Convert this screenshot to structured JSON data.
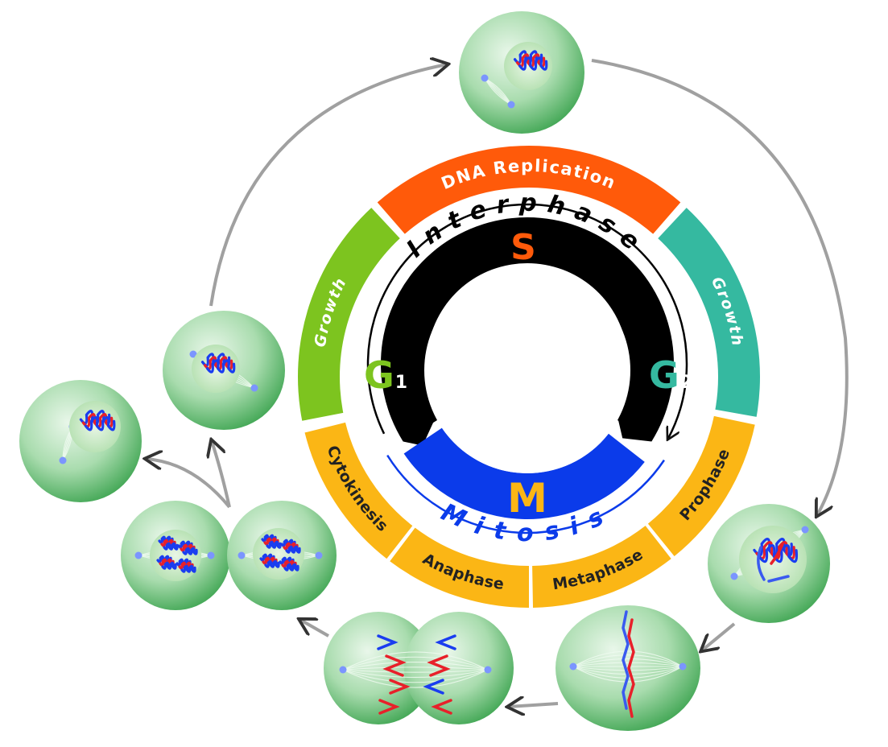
{
  "diagram": {
    "outer_ring": {
      "dna_replication": "DNA Replication",
      "growth_left": "Growth",
      "growth_right": "Growth",
      "prophase": "Prophase",
      "metaphase": "Metaphase",
      "anaphase": "Anaphase",
      "cytokinesis": "Cytokinesis"
    },
    "inner_ring": {
      "interphase": "Interphase",
      "mitosis": "Mitosis",
      "s": "S",
      "g1_letter": "G",
      "g1_sub": "1",
      "g2_letter": "G",
      "g2_sub": "2",
      "m": "M"
    },
    "colors": {
      "orange": "#ff5a0a",
      "green": "#7dc41f",
      "teal": "#35b9a0",
      "gold": "#fbb615",
      "black": "#000000",
      "blue": "#0b3bea",
      "arrow_gray": "#a0a0a0",
      "cell_green": "#5cbf6a"
    }
  }
}
